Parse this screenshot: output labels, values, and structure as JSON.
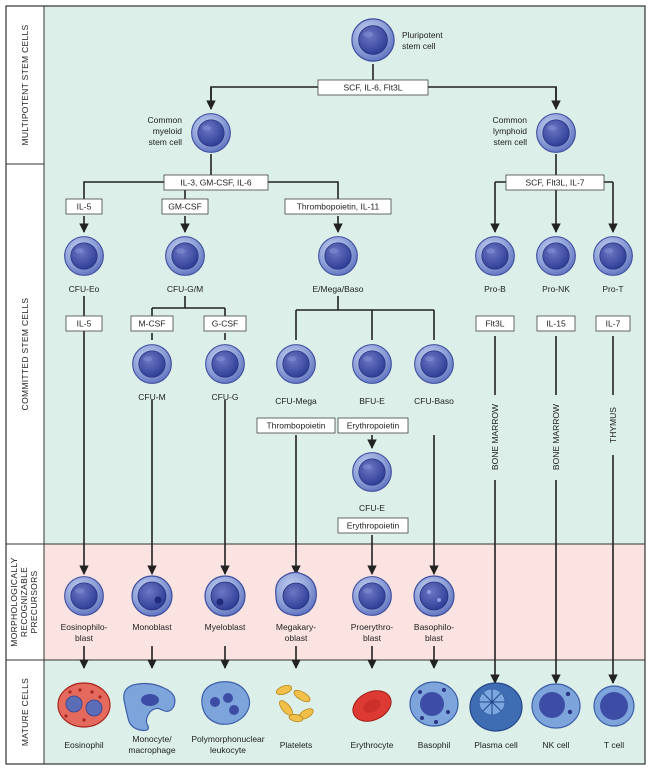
{
  "colors": {
    "stem_band": "#dcefe9",
    "precursor_band": "#fbe3e2",
    "mature_band": "#dcefe9",
    "cell_outer": "#7a8fce",
    "cell_inner": "#3c4ba6",
    "frame": "#333333",
    "eosinophil": "#d2403b",
    "platelet": "#e8b23c",
    "erythrocyte": "#d8312d",
    "mature_blue": "#6a8fd0",
    "basophil": "#5c6db8"
  },
  "sections": {
    "multipotent": "MULTIPOTENT STEM CELLS",
    "committed": "COMMITTED STEM CELLS",
    "precursors_l1": "MORPHOLOGICALLY",
    "precursors_l2": "RECOGNIZABLE",
    "precursors_l3": "PRECURSORS",
    "mature": "MATURE CELLS"
  },
  "nodes": {
    "pluripotent_l1": "Pluripotent",
    "pluripotent_l2": "stem cell",
    "myeloid_l1": "Common",
    "myeloid_l2": "myeloid",
    "myeloid_l3": "stem cell",
    "lymphoid_l1": "Common",
    "lymphoid_l2": "lymphoid",
    "lymphoid_l3": "stem cell",
    "cfu_eo": "CFU-Eo",
    "cfu_gm": "CFU-G/M",
    "e_mega_baso": "E/Mega/Baso",
    "pro_b": "Pro-B",
    "pro_nk": "Pro-NK",
    "pro_t": "Pro-T",
    "cfu_m": "CFU-M",
    "cfu_g": "CFU-G",
    "cfu_mega": "CFU-Mega",
    "bfu_e": "BFU-E",
    "cfu_baso": "CFU-Baso",
    "cfu_e": "CFU-E"
  },
  "factors": {
    "scf_il6_flt3l": "SCF, IL-6, Flt3L",
    "il3_gmcsf_il6": "IL-3, GM-CSF, IL-6",
    "scf_flt3l_il7": "SCF, Flt3L, IL-7",
    "il5_a": "IL-5",
    "gmcsf": "GM-CSF",
    "tpo_il11": "Thrombopoietin, IL-11",
    "il5_b": "IL-5",
    "mcsf": "M-CSF",
    "gcsf": "G-CSF",
    "flt3l": "Flt3L",
    "il15": "IL-15",
    "il7": "IL-7",
    "tpo": "Thrombopoietin",
    "epo_a": "Erythropoietin",
    "epo_b": "Erythropoietin"
  },
  "sites": {
    "bone_marrow_a": "BONE MARROW",
    "bone_marrow_b": "BONE MARROW",
    "thymus": "THYMUS"
  },
  "precursors": {
    "eosinophiloblast_l1": "Eosinophilo-",
    "eosinophiloblast_l2": "blast",
    "monoblast": "Monoblast",
    "myeloblast": "Myeloblast",
    "megakaryoblast_l1": "Megakary-",
    "megakaryoblast_l2": "oblast",
    "proerythroblast_l1": "Proerythro-",
    "proerythroblast_l2": "blast",
    "basophiloblast_l1": "Basophilo-",
    "basophiloblast_l2": "blast"
  },
  "mature": {
    "eosinophil": "Eosinophil",
    "monocyte_l1": "Monocyte/",
    "monocyte_l2": "macrophage",
    "pmn_l1": "Polymorphonuclear",
    "pmn_l2": "leukocyte",
    "platelets": "Platelets",
    "erythrocyte": "Erythrocyte",
    "basophil": "Basophil",
    "plasma_cell": "Plasma cell",
    "nk_cell": "NK cell",
    "t_cell": "T cell"
  }
}
